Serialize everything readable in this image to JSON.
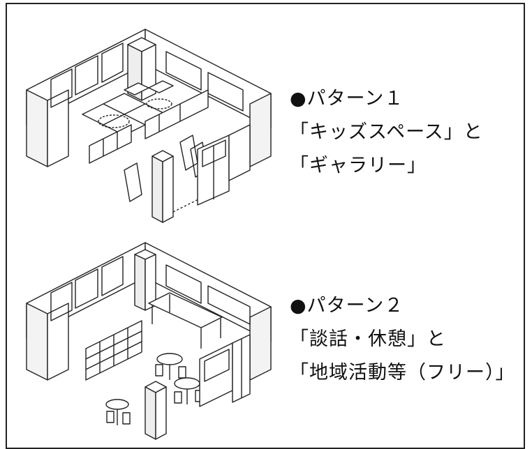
{
  "patterns": [
    {
      "heading": "●パターン１",
      "line1": "「キッズスペース」と",
      "line2": "「ギャラリー」"
    },
    {
      "heading": "●パターン２",
      "line1": "「談話・休憩」と",
      "line2": "「地域活動等（フリー）」"
    }
  ]
}
